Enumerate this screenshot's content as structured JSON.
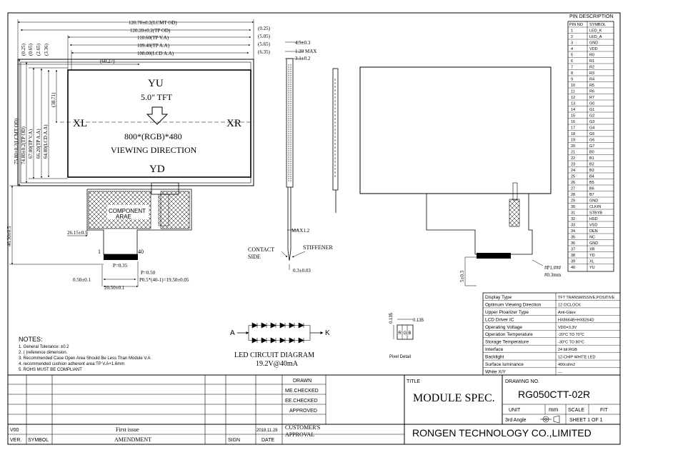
{
  "front_view": {
    "dims_horizontal": [
      "120.70±0.2(LCMT OD)",
      "120.20±0.2(TP OD)",
      "110.60(TP V.A)",
      "109.40(TP A.A)",
      "108.00(LCD A.A)"
    ],
    "dims_right": [
      "(0.25)",
      "(5.05)",
      "(5.65)",
      "(6.35)"
    ],
    "dims_vertical_top": [
      "(0.25)",
      "(0.65)",
      "(2.65)",
      "(3.36)"
    ],
    "dims_vertical": [
      "75.80±0.2(LCMT OD)",
      "74.80±0.2(TP OD)",
      "67.00(TP V.A)",
      "66.20(TP A.A)",
      "64.80(LCD A.A)"
    ],
    "dim_38_71": "(38.71)",
    "dim_60_27": "(60.27)",
    "dim_46_30": "46.30±0.5",
    "dim_26_15": "26.15±0.5",
    "label_yu": "YU",
    "label_size": "5.0\" TFT",
    "label_xl": "XL",
    "label_xr": "XR",
    "label_resolution": "800*(RGB)*480",
    "label_viewing": "VIEWING DIRECTION",
    "label_yd": "YD",
    "component_area": [
      "COMPONENT",
      "ARAE"
    ],
    "fpc": {
      "pin_first": "1",
      "pin_last": "40",
      "dims": [
        "P=0.35",
        "P=0.50",
        "0.50±0.1",
        "P0.5*(40-1)=19.50±0.05",
        "20.50±0.1"
      ]
    }
  },
  "side_view": {
    "dims": [
      "4.5±0.3",
      "1.20 MAX",
      "3.1±0.2",
      "MAX1.2",
      "0.3±0.03"
    ],
    "contact_side": [
      "CONTACT",
      "SIDE"
    ],
    "stiffener": "STIFFENER"
  },
  "rear_view": {
    "stiffener_dim": "5±0.3",
    "pin_note_1": "#P1.###",
    "pin_note_2": "#0.3mm"
  },
  "pin_description": {
    "title": "PIN DESCRIPTION",
    "headers": [
      "PIN NO",
      "SYMBOL"
    ],
    "rows": [
      [
        "1",
        "LED_K"
      ],
      [
        "2",
        "LED_A"
      ],
      [
        "3",
        "GND"
      ],
      [
        "4",
        "VDD"
      ],
      [
        "5",
        "R0"
      ],
      [
        "6",
        "R1"
      ],
      [
        "7",
        "R2"
      ],
      [
        "8",
        "R3"
      ],
      [
        "9",
        "R4"
      ],
      [
        "10",
        "R5"
      ],
      [
        "11",
        "R6"
      ],
      [
        "12",
        "R7"
      ],
      [
        "13",
        "G0"
      ],
      [
        "14",
        "G1"
      ],
      [
        "15",
        "G2"
      ],
      [
        "16",
        "G3"
      ],
      [
        "17",
        "G4"
      ],
      [
        "18",
        "G5"
      ],
      [
        "19",
        "G6"
      ],
      [
        "20",
        "G7"
      ],
      [
        "21",
        "B0"
      ],
      [
        "22",
        "B1"
      ],
      [
        "23",
        "B2"
      ],
      [
        "24",
        "B3"
      ],
      [
        "25",
        "B4"
      ],
      [
        "26",
        "B5"
      ],
      [
        "27",
        "B6"
      ],
      [
        "28",
        "B7"
      ],
      [
        "29",
        "GND"
      ],
      [
        "30",
        "CLKIN"
      ],
      [
        "31",
        "STBYB"
      ],
      [
        "32",
        "HSD"
      ],
      [
        "33",
        "VSD"
      ],
      [
        "34",
        "DEN"
      ],
      [
        "35",
        "NC"
      ],
      [
        "36",
        "GND"
      ],
      [
        "37",
        "XR"
      ],
      [
        "38",
        "YD"
      ],
      [
        "39",
        "XL"
      ],
      [
        "40",
        "YU"
      ]
    ]
  },
  "led_circuit": {
    "anode": "A",
    "cathode": "K",
    "title": "LED CIRCUIT DIAGRAM",
    "spec": "19.2V@40mA"
  },
  "pixel_detail": {
    "dim_top": "0.135",
    "dim_side": "0.135",
    "letters": [
      "R",
      "G",
      "B"
    ],
    "label": "Pixel Detail"
  },
  "notes": {
    "title": "NOTES:",
    "items": [
      "1. General Tolerance: ±0.2",
      "2. (   )reference dimension.",
      "3. Recommended Case Open Area Should Be Less Than Module V.A",
      "4. recommended cushion adherent area:TP V.A+1.6mm",
      "5. ROHS  MUST BE COMPLIANT"
    ]
  },
  "spec_table": [
    [
      "Display Type",
      "TFT TRANSMISSIVE,POSITIVE"
    ],
    [
      "Optimum Viewing Direction",
      "12 O'CLOCK"
    ],
    [
      "Upper Ploarizer Type",
      "Anti-Glare"
    ],
    [
      "LCD Driver IC",
      "HX8664B+HX8264D"
    ],
    [
      "Operating Voltage",
      "VDD=3.3V"
    ],
    [
      "Operation Temperature",
      "-20°C TO 70°C"
    ],
    [
      "Storage Temperature",
      "-30°C TO 80°C"
    ],
    [
      "Interface",
      "24 bit RGB"
    ],
    [
      "Backlight",
      "12-CHIP WHITE LED"
    ],
    [
      "Surface luminance",
      "400cd/m2"
    ],
    [
      "White X/Y",
      "---"
    ]
  ],
  "title_block": {
    "drawn": "DRAWN",
    "me_checked": "ME.CHECKED",
    "ee_checked": "EE.CHECKED",
    "approved": "APPROVED",
    "title_label": "TITLE",
    "title": "MODULE SPEC.",
    "drawing_no_label": "DRAWING NO.",
    "drawing_no": "RG050CTT-02R",
    "unit_label": "UNIT",
    "unit": "mm",
    "scale_label": "SCALE",
    "fit": "FIT",
    "angle": "3rd Angle",
    "sheet": "SHEET 1 OF 1",
    "company": "RONGEN TECHNOLOGY CO.,LIMITED",
    "customer_approval": [
      "CUSTOMER'S",
      "APPROVAL"
    ],
    "revision": {
      "ver": "V00",
      "amendment": "First issue",
      "date": "2018.11.28"
    },
    "headers": {
      "ver": "VER.",
      "symbol": "SYMBOL",
      "amendment": "AMENDMENT",
      "sign": "SIGN",
      "date": "DATE"
    }
  }
}
